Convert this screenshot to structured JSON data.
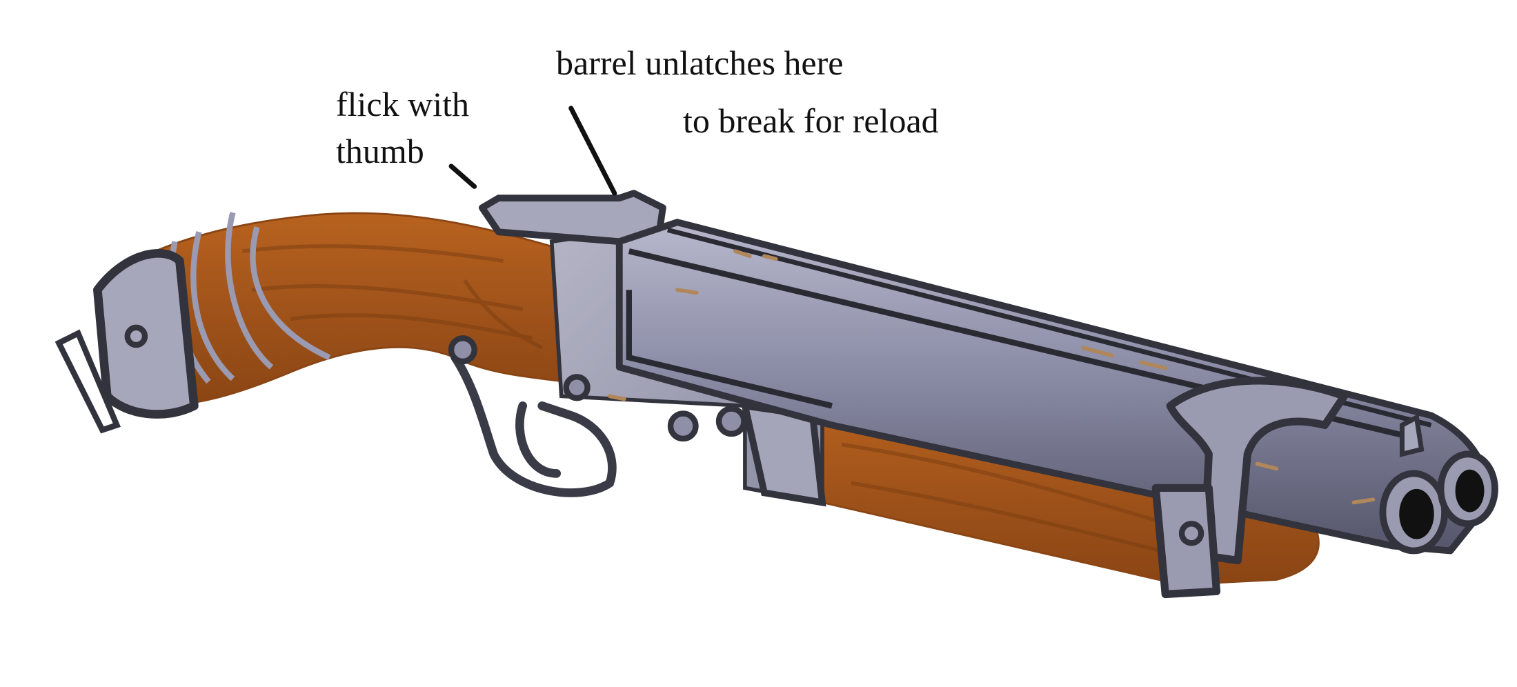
{
  "annotations": {
    "flick_line1": "flick with",
    "flick_line2": "thumb",
    "barrel_line1": "barrel unlatches here",
    "barrel_line2": "to break for reload"
  },
  "colors": {
    "wood": "#a85a1f",
    "wood_dark": "#7a3e12",
    "metal": "#8f90a8",
    "metal_dark": "#5d5e73",
    "outline": "#33333d",
    "rust": "#b0875a"
  }
}
